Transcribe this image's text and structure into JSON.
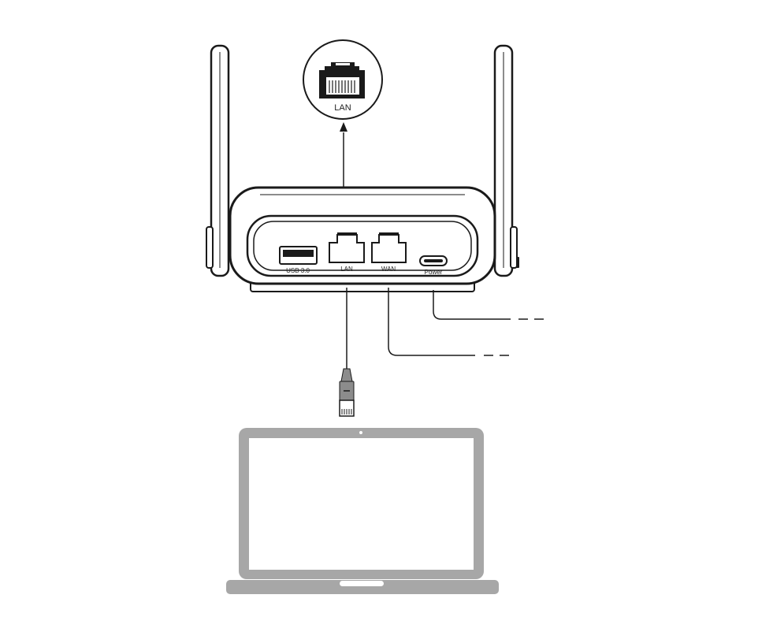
{
  "callout": {
    "port_label": "LAN"
  },
  "router": {
    "ports": {
      "usb": "USB 3.0",
      "lan": "LAN",
      "wan": "WAN",
      "power": "Power"
    }
  },
  "colors": {
    "line": "#1a1a1a",
    "laptop": "#a7a7a7",
    "connector": "#8c8c8c"
  }
}
